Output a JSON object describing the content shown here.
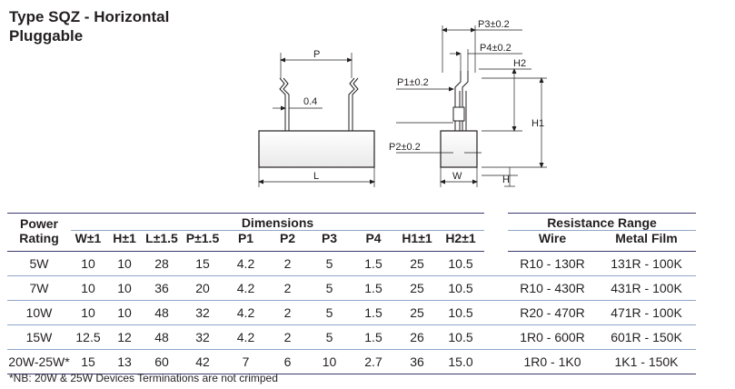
{
  "title": {
    "line1": "Type SQZ - Horizontal",
    "line2": "Pluggable"
  },
  "diagram": {
    "left_labels": {
      "p": "P",
      "lead": "0.4",
      "l": "L"
    },
    "right_labels": {
      "p3": "P3±0.2",
      "p4": "P4±0.2",
      "h2": "H2",
      "p1": "P1±0.2",
      "h1": "H1",
      "p2": "P2±0.2",
      "w": "W",
      "h": "H"
    }
  },
  "table": {
    "group_headers": {
      "power": "Power",
      "dimensions": "Dimensions",
      "resistance": "Resistance Range"
    },
    "col_headers": [
      "Rating",
      "W±1",
      "H±1",
      "L±1.5",
      "P±1.5",
      "P1",
      "P2",
      "P3",
      "P4",
      "H1±1",
      "H2±1",
      "Wire",
      "Metal Film"
    ],
    "rows": [
      [
        "5W",
        "10",
        "10",
        "28",
        "15",
        "4.2",
        "2",
        "5",
        "1.5",
        "25",
        "10.5",
        "R10 - 130R",
        "131R - 100K"
      ],
      [
        "7W",
        "10",
        "10",
        "36",
        "20",
        "4.2",
        "2",
        "5",
        "1.5",
        "25",
        "10.5",
        "R10 - 430R",
        "431R - 100K"
      ],
      [
        "10W",
        "10",
        "10",
        "48",
        "32",
        "4.2",
        "2",
        "5",
        "1.5",
        "25",
        "10.5",
        "R20 - 470R",
        "471R - 100K"
      ],
      [
        "15W",
        "12.5",
        "12",
        "48",
        "32",
        "4.2",
        "2",
        "5",
        "1.5",
        "26",
        "10.5",
        "1R0 - 600R",
        "601R - 150K"
      ],
      [
        "20W-25W*",
        "15",
        "13",
        "60",
        "42",
        "7",
        "6",
        "10",
        "2.7",
        "36",
        "15.0",
        "1R0 - 1K0",
        "1K1 - 150K"
      ]
    ]
  },
  "note": "*NB: 20W & 25W Devices Terminations are not crimped"
}
